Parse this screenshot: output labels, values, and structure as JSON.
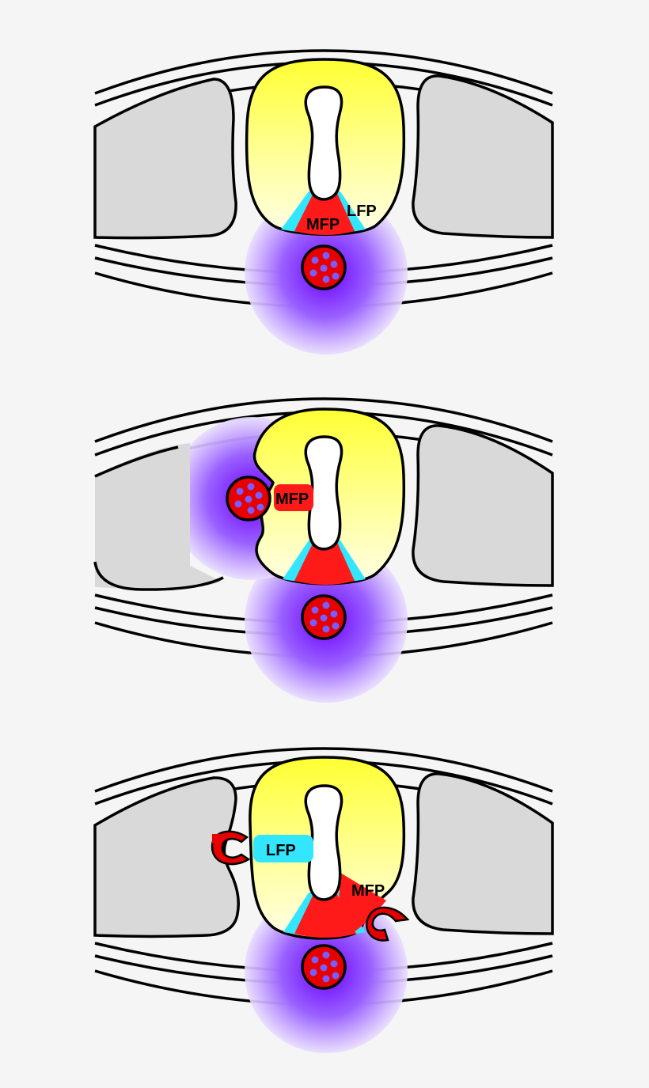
{
  "colors": {
    "background": "#f5f5f5",
    "somite": "#d9d9d9",
    "neural_tube_top": "#ffff33",
    "neural_tube_bottom": "#ffffe0",
    "floor_plate_medial": "#ff1a1a",
    "floor_plate_lateral": "#33e6ff",
    "notochord": "#e60000",
    "notochord_dots": "#7a5cff",
    "shh_gradient": "#6a00ff"
  },
  "panel_1": {
    "lfp_label": "LFP",
    "mfp_label": "MFP"
  },
  "panel_2": {
    "mfp_label": "MFP"
  },
  "panel_3": {
    "lfp_label": "LFP",
    "mfp_label": "MFP"
  }
}
